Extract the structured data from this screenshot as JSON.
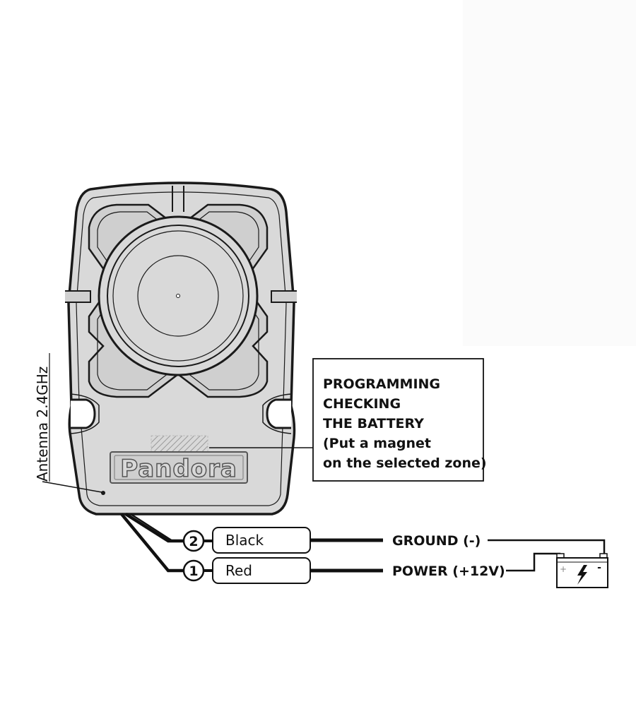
{
  "diagram": {
    "antenna_label": "Antenna 2.4GHz",
    "brand_logo": "Pandora",
    "callout": {
      "lines": [
        "PROGRAMMING",
        "CHECKING",
        "THE BATTERY",
        "(Put a magnet",
        "on the selected zone)"
      ]
    },
    "wires": [
      {
        "number": "2",
        "color_label": "Black",
        "function_label": "GROUND (-)"
      },
      {
        "number": "1",
        "color_label": "Red",
        "function_label": "POWER (+12V)"
      }
    ],
    "battery": {
      "plus": "+",
      "minus": "-",
      "icon": "lightning-bolt-icon"
    },
    "colors": {
      "device_fill": "#d9d9d9",
      "device_stroke": "#1a1a1a",
      "line": "#111111"
    }
  }
}
